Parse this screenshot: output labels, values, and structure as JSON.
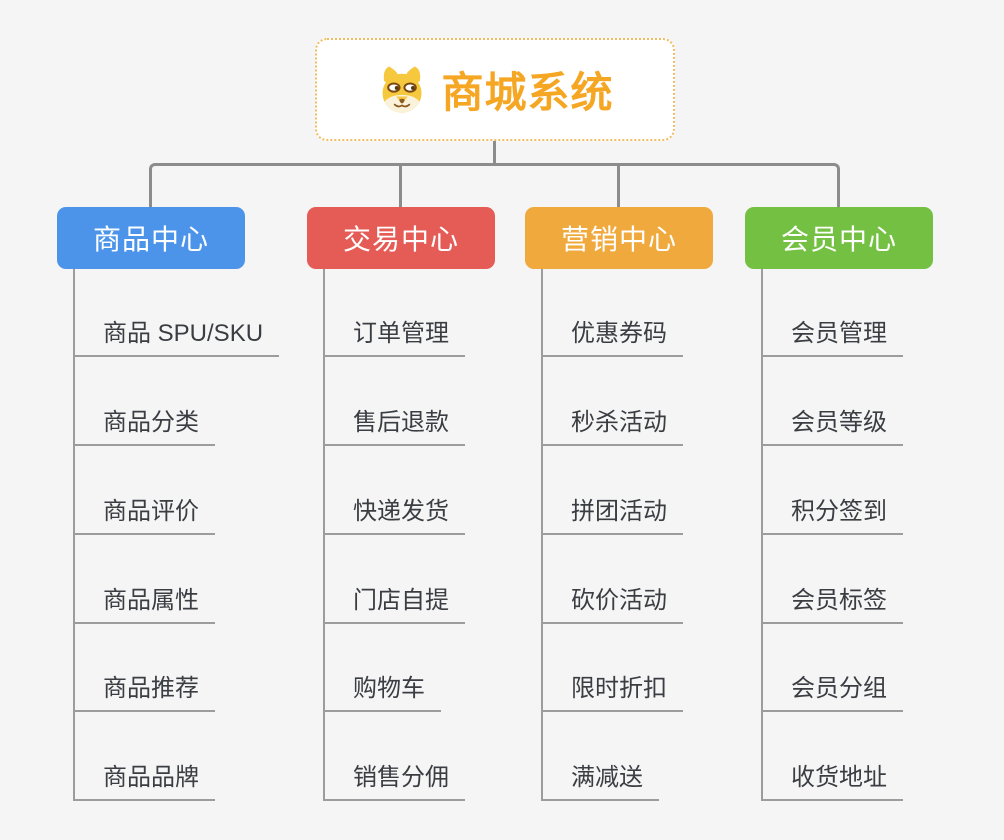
{
  "root": {
    "title": "商城系统",
    "icon": "dog-face-icon",
    "title_color": "#f5a623",
    "border_color": "#f2bb62"
  },
  "connector_color": "#8c8c8c",
  "background_color": "#f5f5f5",
  "branches": [
    {
      "label": "商品中心",
      "color": "#4b94ea",
      "children": [
        "商品 SPU/SKU",
        "商品分类",
        "商品评价",
        "商品属性",
        "商品推荐",
        "商品品牌"
      ]
    },
    {
      "label": "交易中心",
      "color": "#e55b56",
      "children": [
        "订单管理",
        "售后退款",
        "快递发货",
        "门店自提",
        "购物车",
        "销售分佣"
      ]
    },
    {
      "label": "营销中心",
      "color": "#efa93d",
      "children": [
        "优惠券码",
        "秒杀活动",
        "拼团活动",
        "砍价活动",
        "限时折扣",
        "满减送"
      ]
    },
    {
      "label": "会员中心",
      "color": "#74c043",
      "children": [
        "会员管理",
        "会员等级",
        "积分签到",
        "会员标签",
        "会员分组",
        "收货地址"
      ]
    }
  ]
}
